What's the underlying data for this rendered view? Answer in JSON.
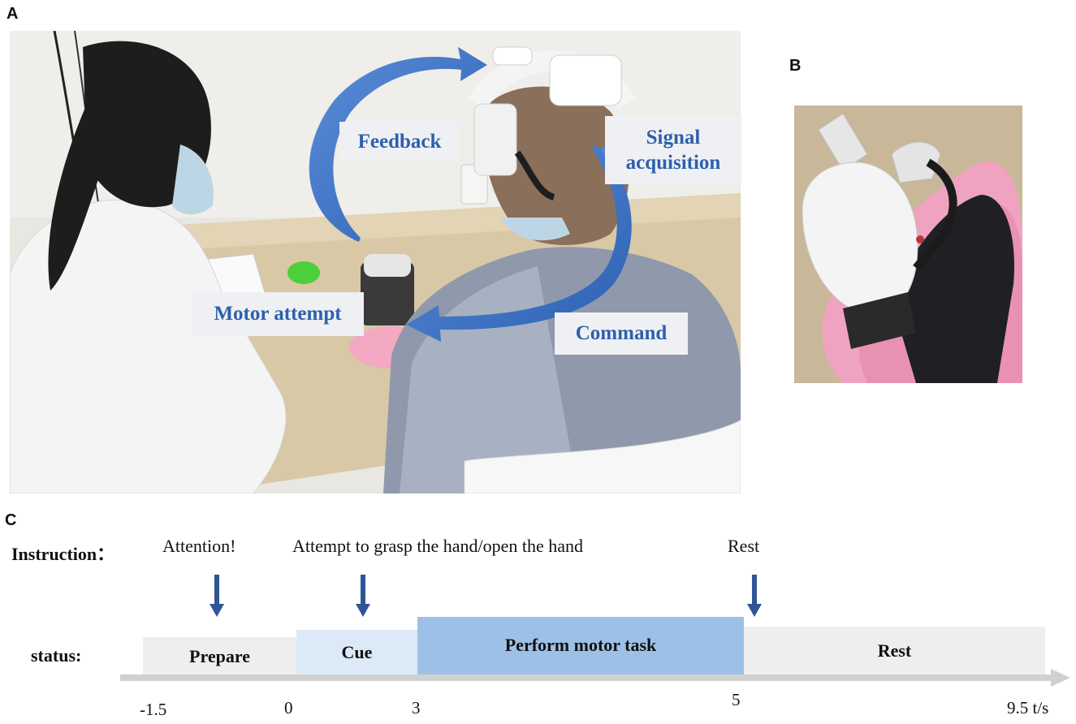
{
  "panels": {
    "a": "A",
    "b": "B",
    "c": "C"
  },
  "loop_labels": {
    "feedback": "Feedback",
    "signal_acquisition": [
      "Signal",
      "acquisition"
    ],
    "motor_attempt": "Motor attempt",
    "command": "Command"
  },
  "timeline": {
    "instruction_label": "Instruction：",
    "status_label": "status:",
    "instructions": {
      "attention": "Attention!",
      "attempt": "Attempt to grasp the hand/open the hand",
      "rest": "Rest"
    },
    "phases": [
      {
        "label": "Prepare",
        "start": -1.5,
        "end": 0
      },
      {
        "label": "Cue",
        "start": 0,
        "end": 3
      },
      {
        "label": "Perform motor task",
        "start": 3,
        "end": 5
      },
      {
        "label": "Rest",
        "start": 5,
        "end": 9.5
      }
    ],
    "ticks": [
      "-1.5",
      "0",
      "3",
      "5",
      "9.5 t/s"
    ]
  },
  "colors": {
    "arrow_blue": "#3a6fc4",
    "label_text": "#2f5fae",
    "prepare": "#eeeeee",
    "cue": "#dce9f6",
    "perform": "#9dc1e6",
    "rest": "#eeeeee",
    "down_arrow": "#2f5597"
  }
}
